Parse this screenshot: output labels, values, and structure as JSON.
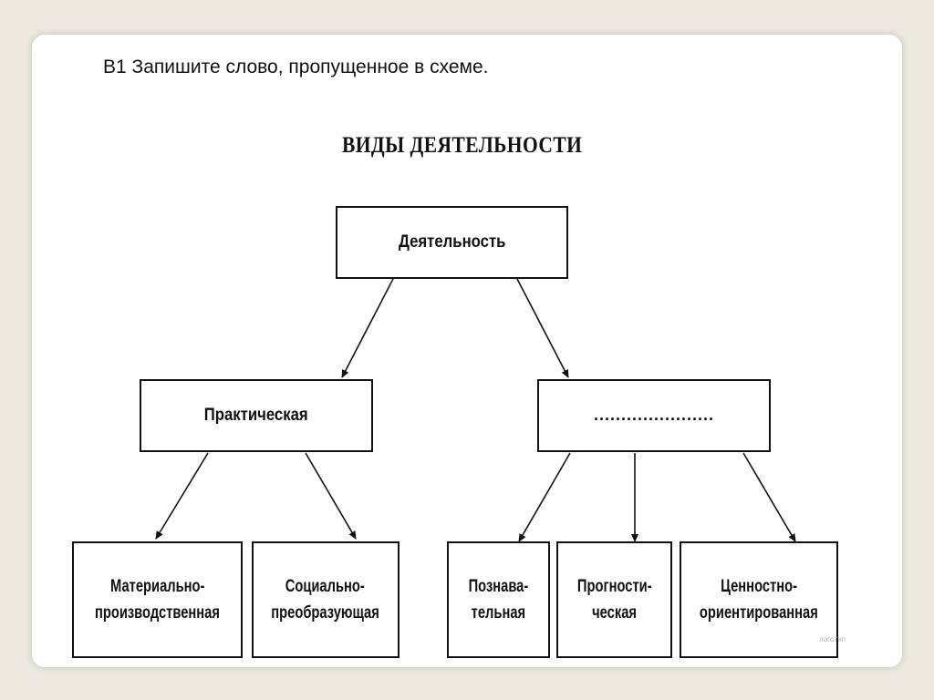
{
  "question": "B1 Запишите слово, пропущенное в схеме.",
  "scheme_title": "ВИДЫ ДЕЯТЕЛЬНОСТИ",
  "nodes": {
    "root": "Деятельность",
    "practical": "Практическая",
    "missing": "......................",
    "material_line1": "Материально-",
    "material_line2": "производственная",
    "social_line1": "Социально-",
    "social_line2": "преобразующая",
    "cognitive_line1": "Познава-",
    "cognitive_line2": "тельная",
    "prognostic_line1": "Прогности-",
    "prognostic_line2": "ческая",
    "value_line1": "Ценностно-",
    "value_line2": "ориентированная"
  },
  "watermark": "ЛОГОТИП"
}
